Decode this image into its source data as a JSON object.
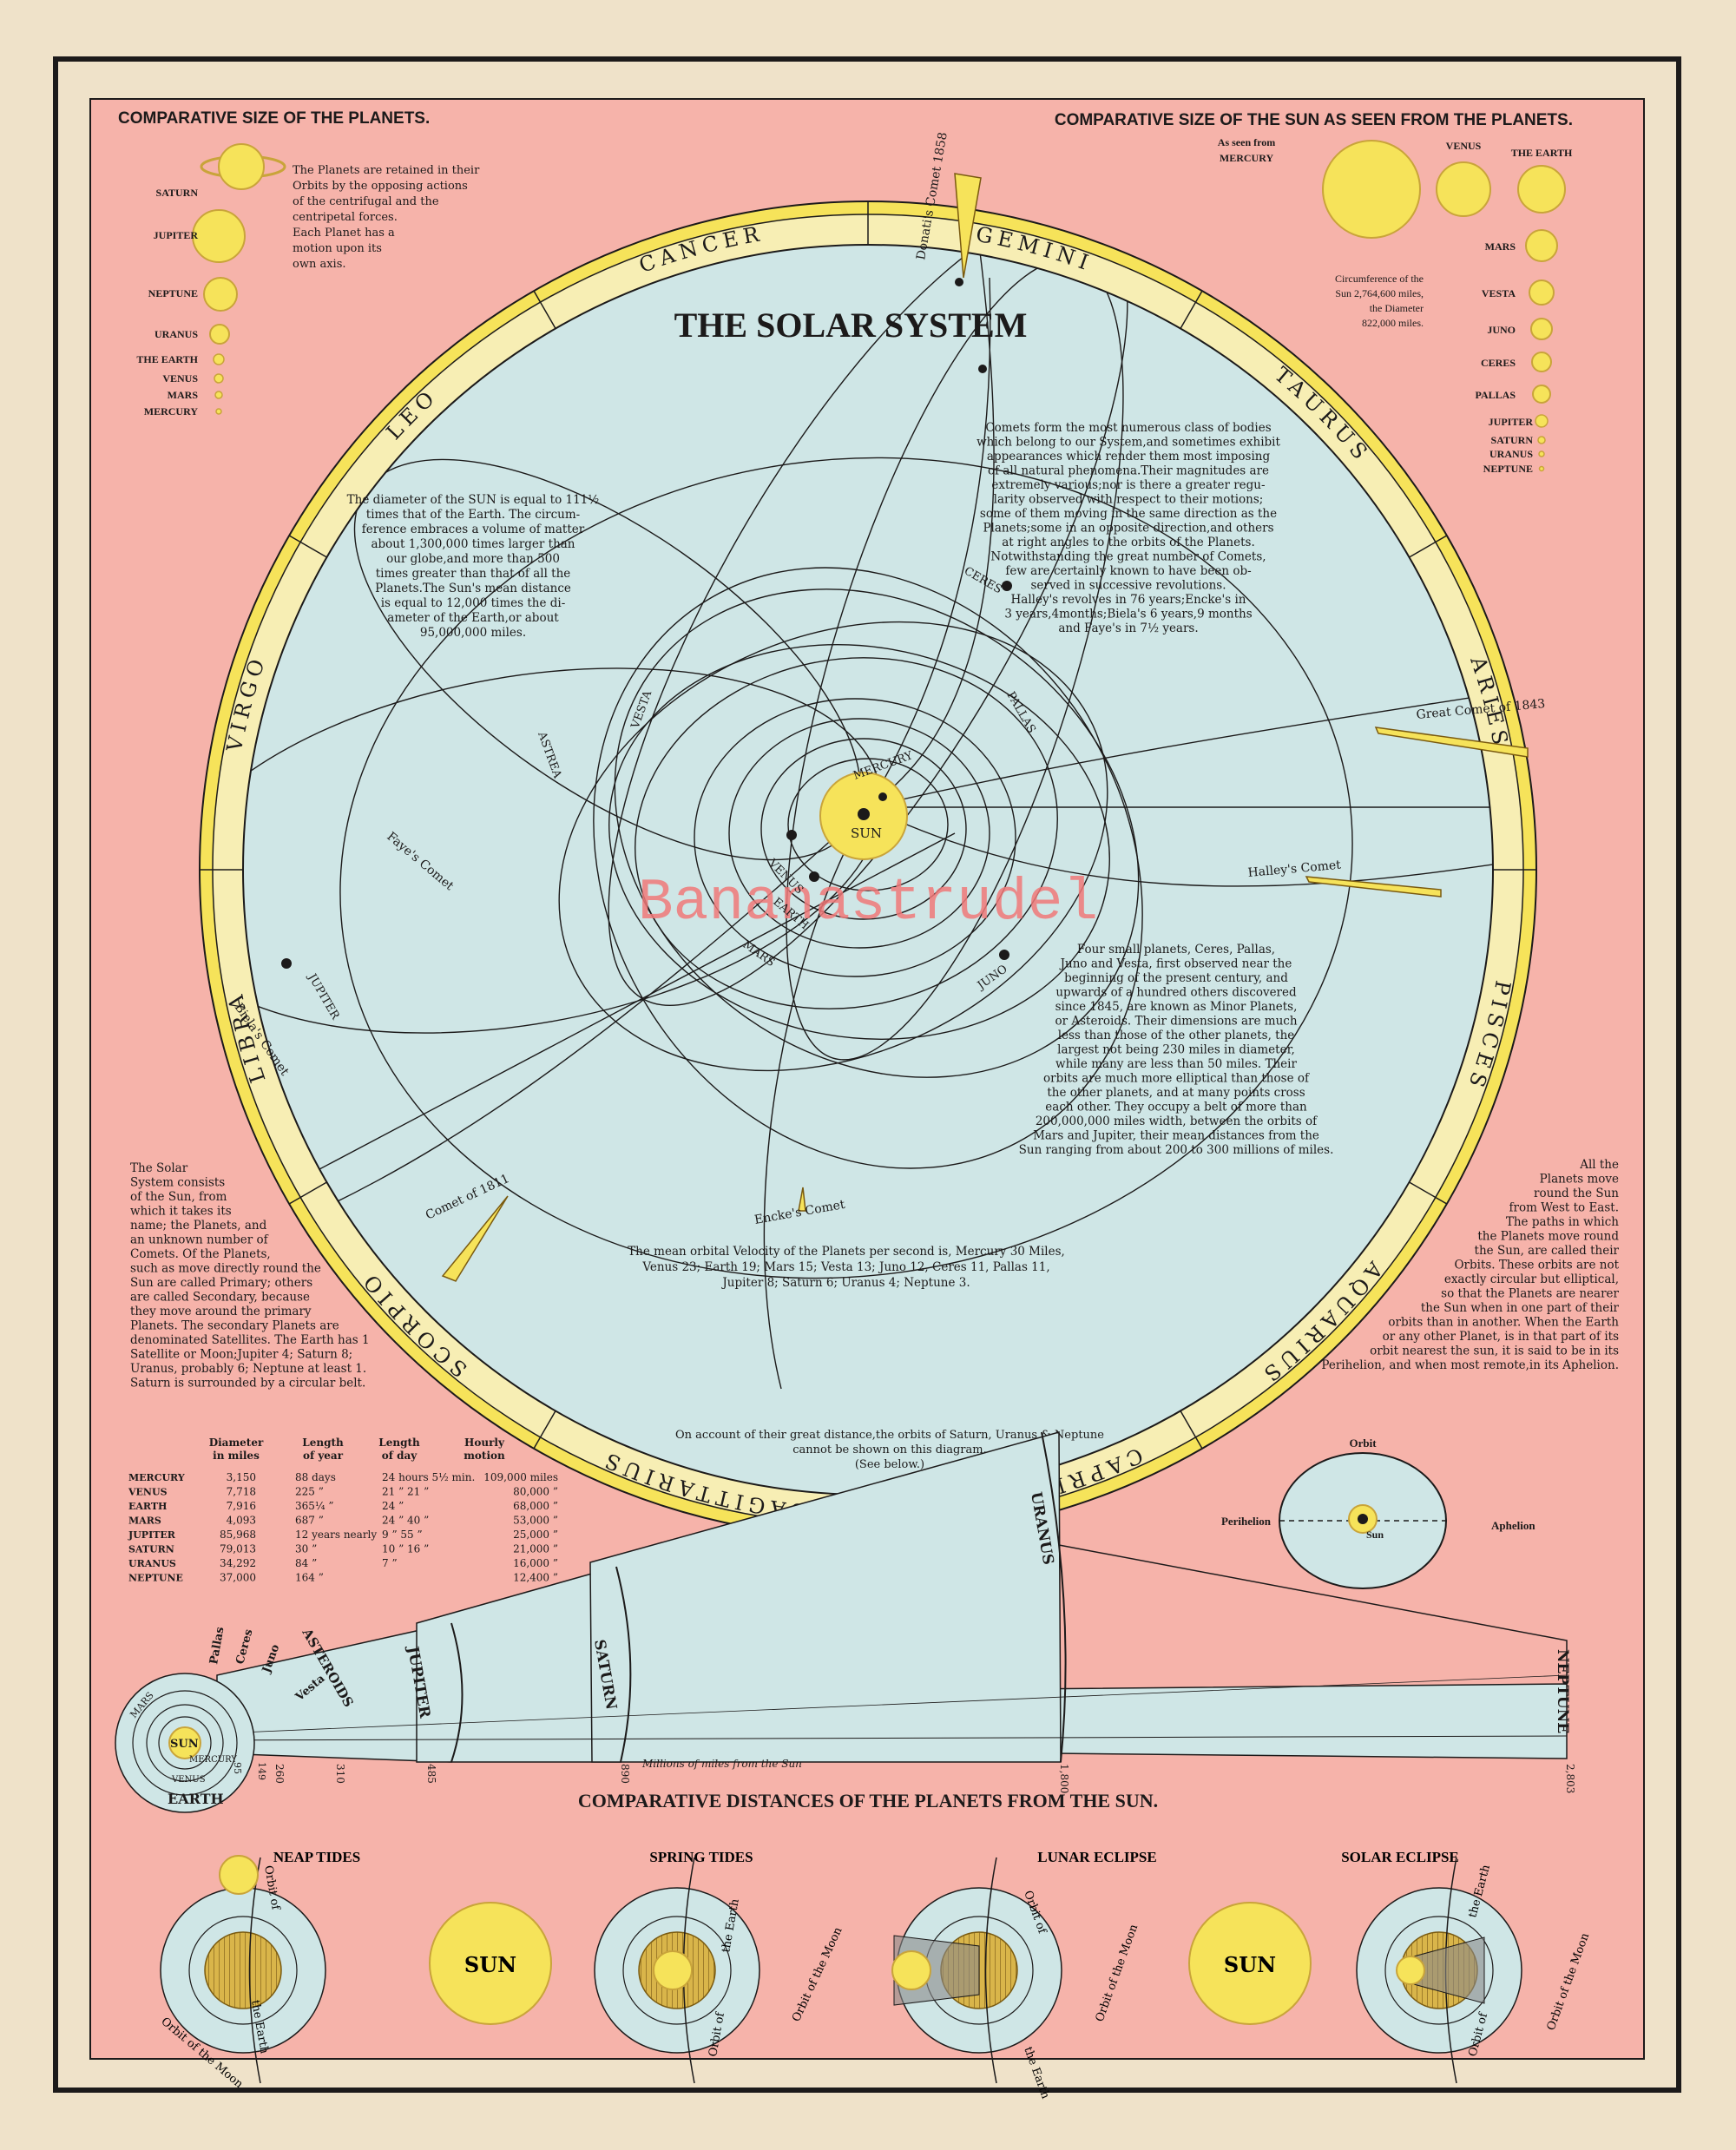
{
  "main_title": "THE SOLAR SYSTEM",
  "watermark": "Bananastrudel",
  "colors": {
    "paper": "#efe2c9",
    "pink": "#f6b3aa",
    "sky": "#cfe6e6",
    "yellow": "#f6e35a",
    "ink": "#1c1a1a",
    "watermark": "#f07878"
  },
  "left_panel": {
    "heading": "COMPARATIVE SIZE OF THE PLANETS.",
    "planets": [
      "SATURN",
      "JUPITER",
      "NEPTUNE",
      "URANUS",
      "THE EARTH",
      "VENUS",
      "MARS",
      "MERCURY"
    ],
    "note": [
      "The Planets are retained in their",
      "Orbits by the opposing actions",
      "of the centrifugal and the",
      "centripetal forces.",
      "Each Planet has a",
      "motion upon its",
      "own axis."
    ]
  },
  "right_panel": {
    "heading": "COMPARATIVE SIZE OF THE SUN AS SEEN FROM THE PLANETS.",
    "mercury_caption": [
      "As seen from",
      "MERCURY"
    ],
    "labels": [
      "VENUS",
      "THE EARTH",
      "MARS",
      "VESTA",
      "JUNO",
      "CERES",
      "PALLAS",
      "JUPITER",
      "SATURN",
      "URANUS",
      "NEPTUNE"
    ],
    "sun_note": [
      "Circumference of the",
      "Sun 2,764,600 miles,",
      "the Diameter",
      "822,000 miles."
    ]
  },
  "zodiac": [
    "LIBRA",
    "VIRGO",
    "LEO",
    "CANCER",
    "GEMINI",
    "TAURUS",
    "ARIES",
    "PISCES",
    "AQUARIUS",
    "CAPRICORNUS",
    "SAGITTARIUS",
    "SCORPIO"
  ],
  "diagram": {
    "sun": "SUN",
    "orbit_labels": [
      "MERCURY",
      "VENUS",
      "EARTH",
      "MARS",
      "VESTA",
      "ASTREA",
      "CERES",
      "PALLAS",
      "JUNO",
      "JUPITER"
    ],
    "comets": [
      "Donati's Comet 1858",
      "Great Comet of 1843",
      "Halley's Comet",
      "Faye's Comet",
      "Biela's Comet",
      "Comet of 1811",
      "Encke's Comet"
    ],
    "sun_text": [
      "The diameter of the SUN is equal to 111½",
      "times that of the Earth. The circum-",
      "ference embraces a volume of matter",
      "about 1,300,000 times larger than",
      "our globe,and more than 500",
      "times greater than that of all the",
      "Planets.The Sun's mean distance",
      "is equal to 12,000 times the di-",
      "ameter of the Earth,or about",
      "95,000,000 miles."
    ],
    "comets_text": [
      "Comets form the most numerous class of bodies",
      "which belong to our System,and sometimes exhibit",
      "appearances which render them most imposing",
      "of all natural phenomena.Their magnitudes are",
      "extremely various;nor is there a greater regu-",
      "larity observed with respect to their motions;",
      "some of them moving in the same direction as the",
      "Planets;some in an opposite direction,and others",
      "at right angles to the orbits of the Planets.",
      "Notwithstanding the great number of Comets,",
      "few are certainly known to have been ob-",
      "served in successive revolutions.",
      "Halley's revolves in 76 years;Encke's in",
      "3 years,4months;Biela's 6 years,9 months",
      "and Faye's in 7½ years."
    ],
    "minor_text": [
      "Four small planets, Ceres, Pallas,",
      "Juno and Vesta, first observed near the",
      "beginning of the present century, and",
      "upwards of a hundred others discovered",
      "since 1845, are known as Minor Planets,",
      "or Asteroids. Their dimensions are much",
      "less than those of the other planets, the",
      "largest not being 230 miles in diameter,",
      "while many are less than 50 miles. Their",
      "orbits are much more elliptical than those of",
      "the other planets, and at many points cross",
      "each other. They occupy a belt of more than",
      "200,000,000 miles width, between the orbits of",
      "Mars and Jupiter, their mean distances from the",
      "Sun ranging from about 200 to 300 millions of miles."
    ],
    "velocity_text": [
      "The mean orbital Velocity of the Planets per second is, Mercury 30 Miles,",
      "Venus 23; Earth 19; Mars 15; Vesta 13; Juno 12, Ceres 11, Pallas 11,",
      "Jupiter 8; Saturn 6; Uranus 4; Neptune 3."
    ],
    "account_text": [
      "On account of their great distance,the orbits of Saturn, Uranus & Neptune",
      "cannot be shown on this diagram.",
      "(See below.)"
    ]
  },
  "left_text": [
    "The Solar",
    "System consists",
    "of the Sun, from",
    "which it takes its",
    "name; the Planets, and",
    "an unknown number of",
    "Comets. Of the Planets,",
    "such as move directly round the",
    "Sun are called Primary; others",
    "are called Secondary, because",
    "they move around the primary",
    "Planets. The secondary Planets are",
    "denominated Satellites. The Earth has 1",
    "Satellite or Moon;Jupiter 4; Saturn 8;",
    "Uranus, probably 6; Neptune at least 1.",
    "Saturn is surrounded by a circular belt."
  ],
  "right_text": [
    "All the",
    "Planets move",
    "round the Sun",
    "from West to East.",
    "The paths in which",
    "the Planets move round",
    "the Sun, are called their",
    "Orbits. These orbits are not",
    "exactly circular but elliptical,",
    "so that the Planets are nearer",
    "the Sun when in one part of their",
    "orbits than in another. When the Earth",
    "or any other Planet, is in that part of its",
    "orbit nearest the sun, it is said to be in its",
    "Perihelion, and when most remote,in its Aphelion."
  ],
  "table": {
    "headers": [
      "Diameter\nin miles",
      "Length\nof year",
      "Length\nof day",
      "Hourly\nmotion"
    ],
    "rows": [
      {
        "planet": "MERCURY",
        "diameter": "3,150",
        "year": "88 days",
        "day": "24 hours 5½ min.",
        "motion": "109,000 miles"
      },
      {
        "planet": "VENUS",
        "diameter": "7,718",
        "year": "225 ”",
        "day": "21 ” 21 ”",
        "motion": "80,000 ”"
      },
      {
        "planet": "EARTH",
        "diameter": "7,916",
        "year": "365¼ ”",
        "day": "24 ”",
        "motion": "68,000 ”"
      },
      {
        "planet": "MARS",
        "diameter": "4,093",
        "year": "687 ”",
        "day": "24 ” 40 ”",
        "motion": "53,000 ”"
      },
      {
        "planet": "JUPITER",
        "diameter": "85,968",
        "year": "12 years nearly",
        "day": "9 ” 55 ”",
        "motion": "25,000 ”"
      },
      {
        "planet": "SATURN",
        "diameter": "79,013",
        "year": "30 ”",
        "day": "10 ” 16 ”",
        "motion": "21,000 ”"
      },
      {
        "planet": "URANUS",
        "diameter": "34,292",
        "year": "84 ”",
        "day": "7 ”",
        "motion": "16,000 ”"
      },
      {
        "planet": "NEPTUNE",
        "diameter": "37,000",
        "year": "164 ”",
        "day": "",
        "motion": "12,400 ”"
      }
    ]
  },
  "orbit_inset": {
    "top": "Orbit",
    "left": "Perihelion",
    "right": "Aphelion",
    "center": "Sun"
  },
  "distances": {
    "title": "COMPARATIVE DISTANCES OF THE PLANETS FROM THE SUN.",
    "axis_label": "Millions of miles from the Sun",
    "inner_labels": [
      "SUN",
      "MERCURY",
      "VENUS",
      "EARTH",
      "MARS"
    ],
    "inner_ticks": [
      "95",
      "149"
    ],
    "asteroid_labels": [
      "Pallas",
      "Ceres",
      "Juno",
      "Vesta",
      "ASTEROIDS"
    ],
    "ticks": [
      "260",
      "310",
      "485",
      "890",
      "1,800",
      "2,803"
    ],
    "outer_labels": [
      "JUPITER",
      "SATURN",
      "URANUS",
      "NEPTUNE"
    ]
  },
  "bottom": {
    "captions": [
      "NEAP TIDES",
      "SPRING TIDES",
      "LUNAR ECLIPSE",
      "SOLAR ECLIPSE"
    ],
    "sun": "SUN",
    "orbit_moon": "Orbit of the Moon",
    "orbit_earth": "Orbit of the Earth",
    "orbit_of": "Orbit of",
    "the_earth": "the Earth"
  }
}
